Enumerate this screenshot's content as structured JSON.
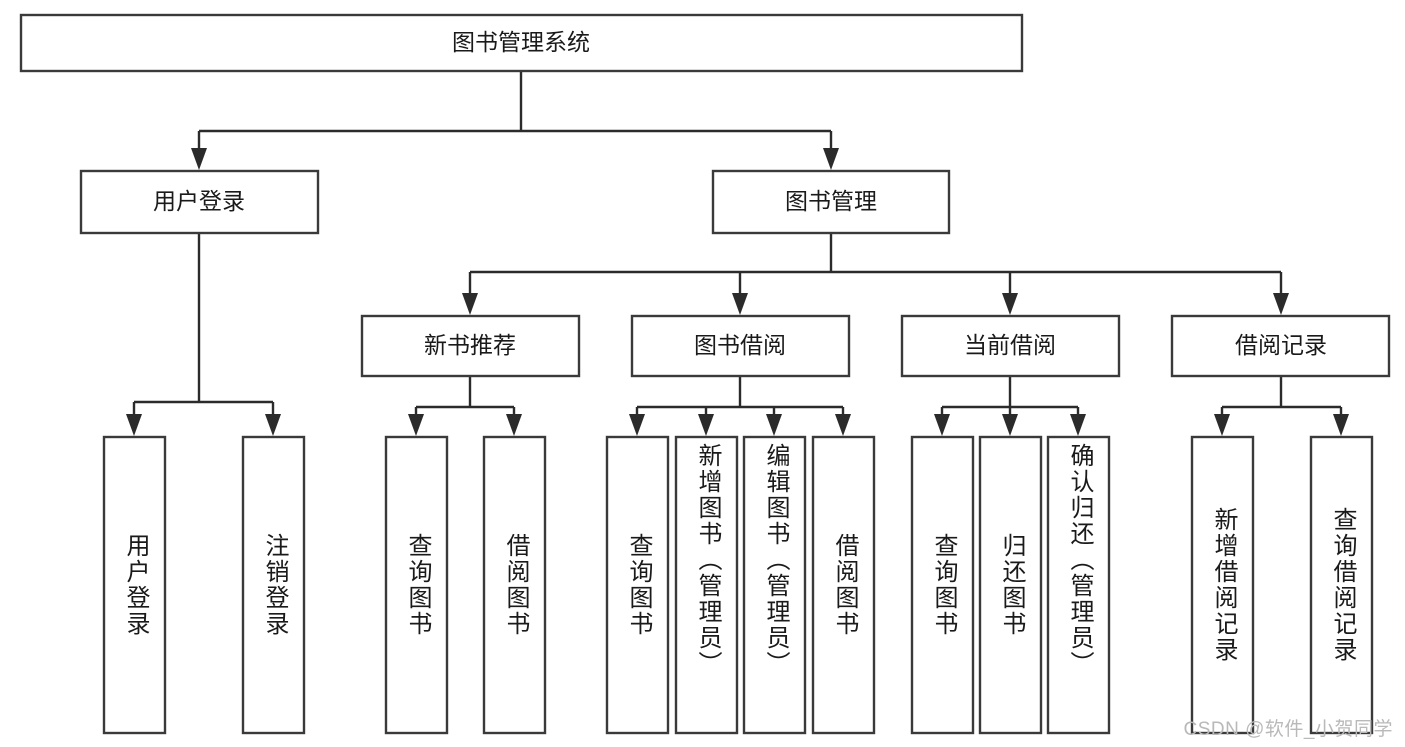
{
  "diagram": {
    "type": "tree-hierarchy",
    "title": "图书管理系统",
    "root": {
      "id": "root",
      "label": "图书管理系统"
    },
    "level2": [
      {
        "id": "user-login",
        "label": "用户登录"
      },
      {
        "id": "book-manage",
        "label": "图书管理"
      }
    ],
    "level3": [
      {
        "id": "new-book-recommend",
        "label": "新书推荐",
        "parent": "book-manage"
      },
      {
        "id": "book-borrow",
        "label": "图书借阅",
        "parent": "book-manage"
      },
      {
        "id": "current-borrow",
        "label": "当前借阅",
        "parent": "book-manage"
      },
      {
        "id": "borrow-record",
        "label": "借阅记录",
        "parent": "book-manage"
      }
    ],
    "leaves": [
      {
        "id": "leaf-user-login",
        "label": "用户登录",
        "parent": "user-login"
      },
      {
        "id": "leaf-logout",
        "label": "注销登录",
        "parent": "user-login"
      },
      {
        "id": "leaf-query-book-1",
        "label": "查询图书",
        "parent": "new-book-recommend"
      },
      {
        "id": "leaf-borrow-book-1",
        "label": "借阅图书",
        "parent": "new-book-recommend"
      },
      {
        "id": "leaf-query-book-2",
        "label": "查询图书",
        "parent": "book-borrow"
      },
      {
        "id": "leaf-add-book",
        "label": "新增图书（管理员）",
        "parent": "book-borrow"
      },
      {
        "id": "leaf-edit-book",
        "label": "编辑图书（管理员）",
        "parent": "book-borrow"
      },
      {
        "id": "leaf-borrow-book-2",
        "label": "借阅图书",
        "parent": "book-borrow"
      },
      {
        "id": "leaf-query-book-3",
        "label": "查询图书",
        "parent": "current-borrow"
      },
      {
        "id": "leaf-return-book",
        "label": "归还图书",
        "parent": "current-borrow"
      },
      {
        "id": "leaf-confirm-return",
        "label": "确认归还（管理员）",
        "parent": "current-borrow"
      },
      {
        "id": "leaf-add-record",
        "label": "新增借阅记录",
        "parent": "borrow-record"
      },
      {
        "id": "leaf-query-record",
        "label": "查询借阅记录",
        "parent": "borrow-record"
      }
    ]
  },
  "watermark": {
    "text": "CSDN @软件_小贺同学"
  },
  "colors": {
    "box_stroke": "#3a3a3a",
    "connector": "#2b2b2b",
    "box_fill": "#ffffff",
    "text": "#1a1a1a",
    "watermark": "#b9b9b9",
    "background": "#ffffff"
  }
}
